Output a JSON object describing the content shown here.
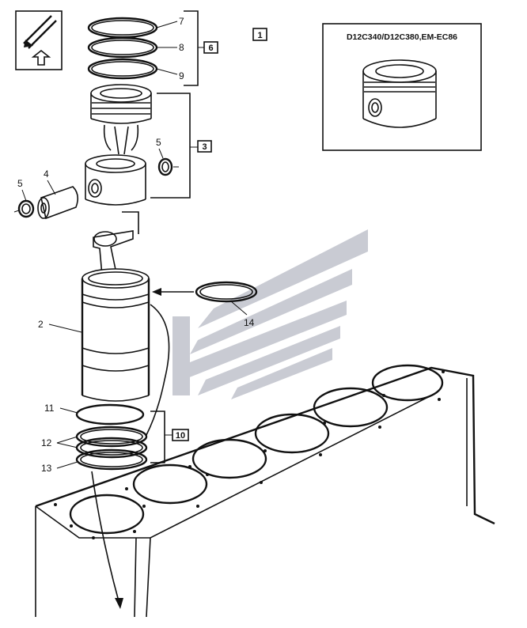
{
  "callouts": {
    "c2": "2",
    "c4": "4",
    "c5a": "5",
    "c5b": "5",
    "c7": "7",
    "c8": "8",
    "c9": "9",
    "c11": "11",
    "c12": "12",
    "c13": "13",
    "c14": "14"
  },
  "boxes": {
    "b1": "1",
    "b3": "3",
    "b6": "6",
    "b10": "10"
  },
  "variant_label": "D12C340/D12C380,EM-EC86",
  "colors": {
    "ink": "#111111",
    "watermark": "#c9cbd3",
    "background": "#ffffff"
  }
}
